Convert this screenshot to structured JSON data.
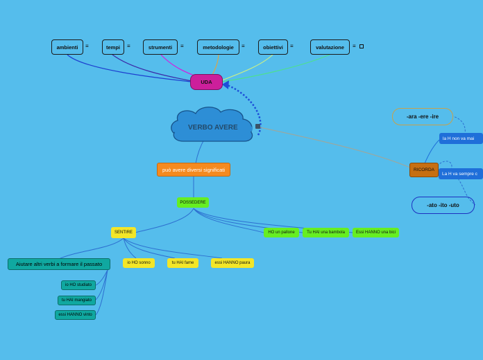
{
  "top_nodes": [
    {
      "label": "ambienti"
    },
    {
      "label": "tempi"
    },
    {
      "label": "strumenti"
    },
    {
      "label": "metodologie"
    },
    {
      "label": "obiettivi"
    },
    {
      "label": "valutazione"
    }
  ],
  "notes_icon": "≡",
  "uda": "UDA",
  "center": "VERBO AVERE",
  "orange_node": "può avere diversi significati",
  "possedere": "POSSEDERE",
  "possedere_children": [
    "HO un pallone",
    "Tu HAI una bambola",
    "Essi HANNO una bici"
  ],
  "sentire": "SENTIRE",
  "sentire_children": [
    "io HO sonno",
    "tu HAI fame",
    "essi HANNO paura"
  ],
  "aiutare": "Aiutare altri verbi a formare il passato",
  "aiutare_children": [
    "io HO studiato",
    "tu HAI mangiato",
    "essi HANNO vinto"
  ],
  "ricorda": "RICORDA",
  "suffixes_1": "-ara   -ere   -ire",
  "suffixes_2": "-ato   -ito   -uto",
  "note_1": "la H non va mai",
  "note_2": "La H va sempre c",
  "colors": {
    "background": "#55bdec",
    "uda": "#cc1f9b",
    "orange": "#f58a1f",
    "green": "#66ee22",
    "yellow": "#f3e628",
    "teal": "#10a8a0",
    "blue": "#1f6fd9",
    "ricorda": "#c66f12"
  }
}
